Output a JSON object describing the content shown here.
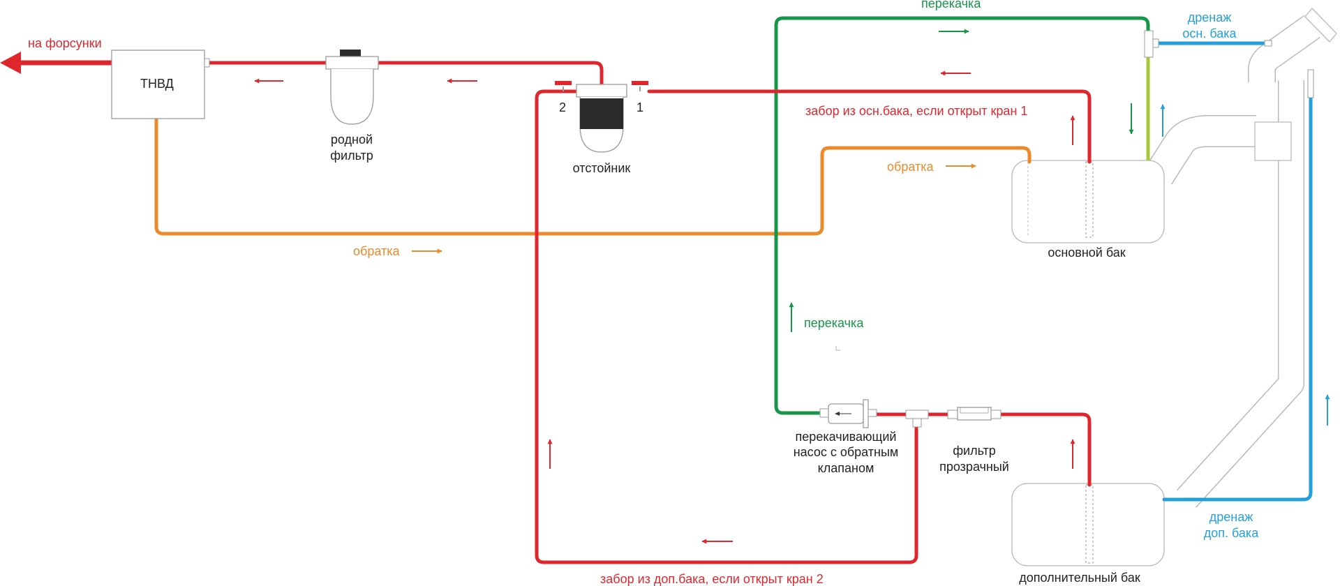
{
  "colors": {
    "supply": "#e0262d",
    "return": "#ea8a2a",
    "transfer": "#17964a",
    "drain": "#23a0dc",
    "vent": "#a7c83a",
    "outline": "#b8b8b8",
    "text": "#222222"
  },
  "labels": {
    "injectors": "на форсунки",
    "tnvd": "ТНВД",
    "native_filter_1": "родной",
    "native_filter_2": "фильтр",
    "settler": "отстойник",
    "tap_2": "2",
    "tap_1": "1",
    "return_top": "обратка",
    "return_bottom": "обратка",
    "transfer_top": "перекачка",
    "transfer_mid": "перекачка",
    "intake_main": "забор из осн.бака, если открыт кран 1",
    "intake_aux": "забор из доп.бака, если открыт кран 2",
    "drain_main_1": "дренаж",
    "drain_main_2": "осн. бака",
    "drain_aux_1": "дренаж",
    "drain_aux_2": "доп. бака",
    "main_tank": "основной бак",
    "aux_tank": "дополнительный бак",
    "pump_1": "перекачивающий",
    "pump_2": "насос с обратным",
    "pump_3": "клапаном",
    "clear_filter_1": "фильтр",
    "clear_filter_2": "прозрачный"
  }
}
